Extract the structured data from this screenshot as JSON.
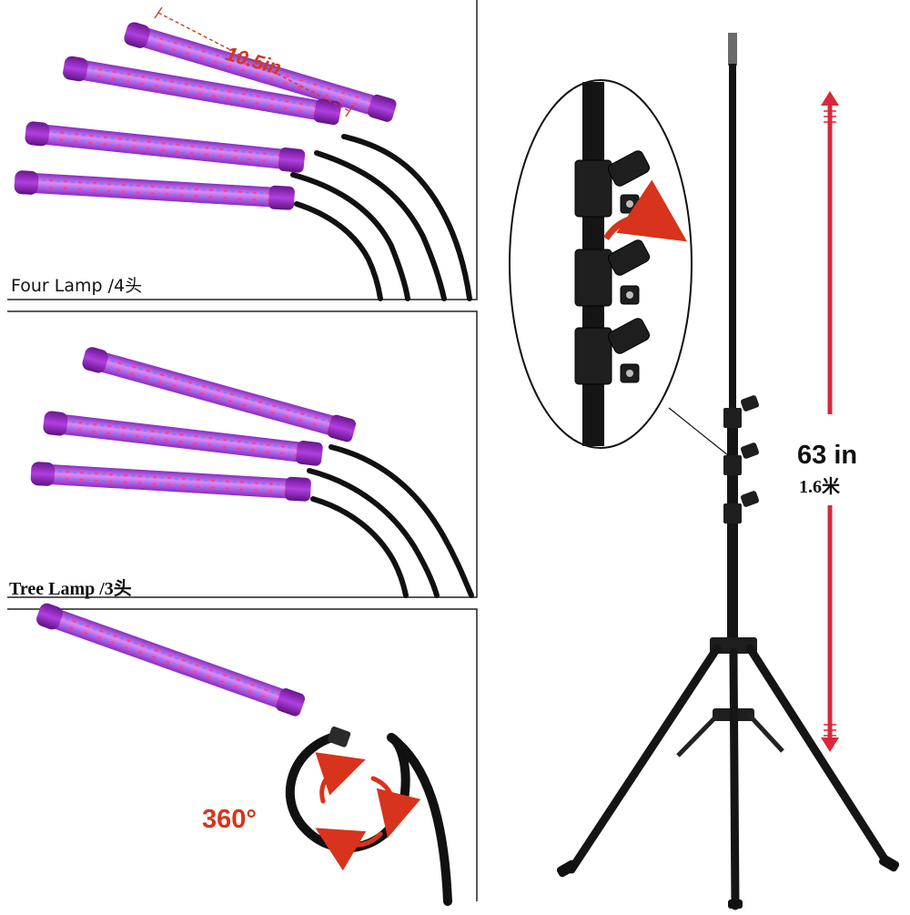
{
  "panels": {
    "four_lamp": {
      "label": "Four Lamp /4头",
      "bar_length_label": "10.5in"
    },
    "three_lamp": {
      "label": "Tree Lamp /3头"
    },
    "single_lamp": {
      "rotation_label": "360°"
    }
  },
  "tripod": {
    "height_label": "63 in",
    "height_label_metric": "1.6米"
  },
  "colors": {
    "lamp_body": "#b33de6",
    "lamp_cap": "#8a1fb0",
    "accent_red": "#d8331c",
    "measure_red": "#d9283b",
    "metal": "#141414"
  },
  "icons": [
    "lamp-bar",
    "gooseneck",
    "rotate-arrows-icon",
    "tripod-stand",
    "clamp-lock",
    "height-arrow-icon"
  ]
}
